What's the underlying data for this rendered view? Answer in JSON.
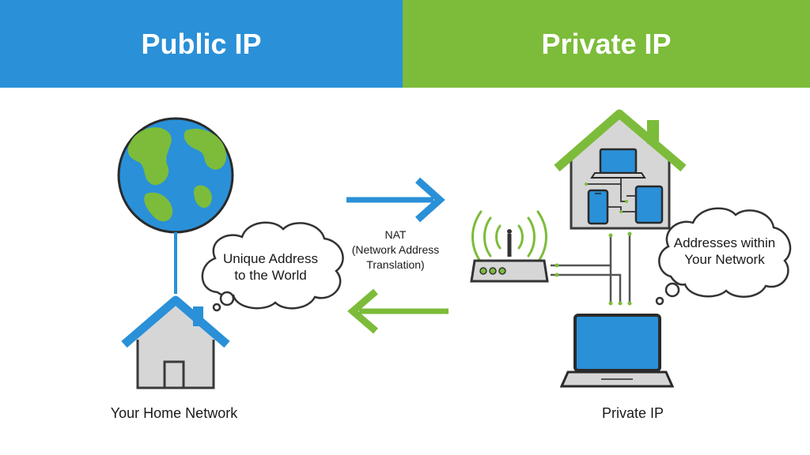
{
  "header": {
    "left_title": "Public IP",
    "right_title": "Private IP"
  },
  "center": {
    "nat_lines": [
      "NAT",
      "(Network Address",
      "Translation)"
    ]
  },
  "bubbles": {
    "left_lines": [
      "Unique Address",
      "to the World"
    ],
    "right_lines": [
      "Addresses within",
      "Your Network"
    ]
  },
  "captions": {
    "left": "Your Home Network",
    "right": "Private IP"
  },
  "colors": {
    "blue": "#2a90d8",
    "green": "#7cbc3a",
    "house_gray": "#d6d6d6",
    "outline": "#3a3a3a"
  },
  "icons": [
    "globe-icon",
    "home-icon",
    "thought-bubble-icon",
    "arrow-right-icon",
    "arrow-left-icon",
    "router-icon",
    "wifi-signal-icon",
    "laptop-icon",
    "tablet-icon",
    "phone-icon"
  ]
}
